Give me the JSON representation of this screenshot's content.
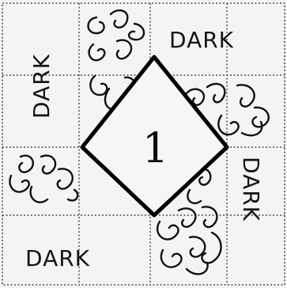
{
  "labels": {
    "top_right": "DARK",
    "top_left_vertical": "DARK",
    "bottom_left": "DARK",
    "bottom_right_vertical": "DARK",
    "center": "1"
  },
  "colors": {
    "ink": "#111111",
    "paper": "#f4f4f2"
  },
  "icons": [
    "swirl-pattern-icon"
  ]
}
